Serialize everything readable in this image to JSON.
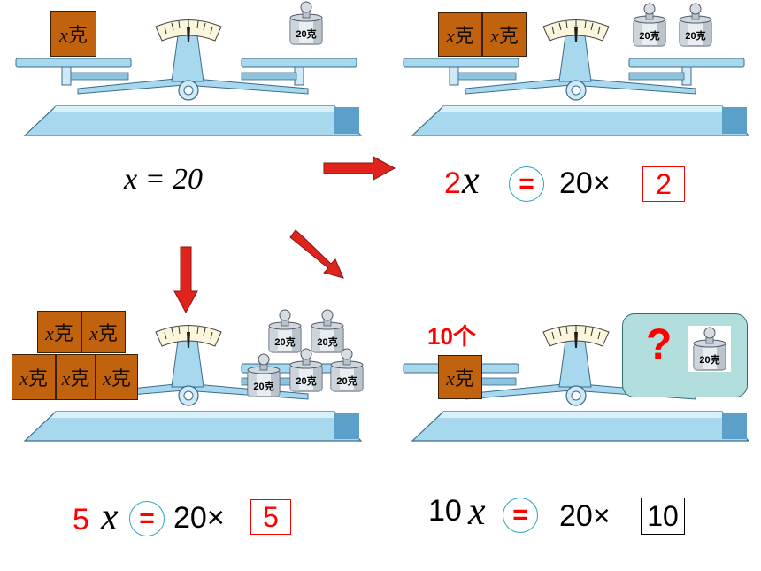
{
  "box_label": "x克",
  "weight_label": "20克",
  "panels": {
    "top_left": {
      "equation": "x = 20"
    },
    "top_right": {
      "coef": "2",
      "var": "x",
      "eq": "=",
      "rhs": "20×",
      "box": "2"
    },
    "bottom_left": {
      "coef": "5",
      "var": "x",
      "eq": "=",
      "rhs": "20×",
      "box": "5"
    },
    "bottom_right": {
      "count": "10个",
      "coef": "10",
      "var": "x",
      "eq": "=",
      "rhs": "20×",
      "box": "10",
      "question": "?"
    }
  },
  "colors": {
    "box": "#c0620e",
    "arrow": "#e0231c",
    "scale": "#a8d8ee",
    "bubble": "#b3dede"
  }
}
